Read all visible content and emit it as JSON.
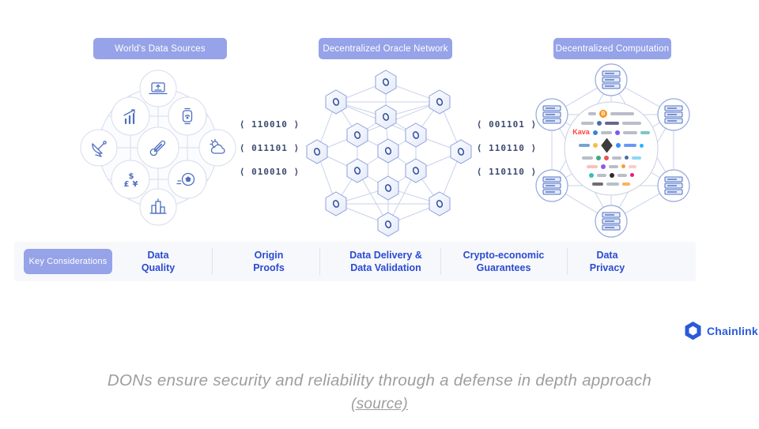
{
  "headers": {
    "sources": "World's Data Sources",
    "oracle": "Decentralized Oracle Network",
    "computation": "Decentralized Computation"
  },
  "binary": {
    "left": [
      "⟨ 110010 ⟩",
      "⟨ 011101 ⟩",
      "⟨ 010010 ⟩"
    ],
    "right": [
      "⟨ 001101 ⟩",
      "⟨ 110110 ⟩",
      "⟨ 110110 ⟩"
    ]
  },
  "sources_icons": [
    "laptop",
    "bar-chart",
    "smartwatch",
    "satellite-dish",
    "thermometer",
    "weather",
    "currency",
    "sports",
    "city-buildings"
  ],
  "currency": {
    "dollar": "$",
    "pound": "£",
    "yen": "¥"
  },
  "crypto_cloud": {
    "visible_logos": [
      "Bitcoin",
      "Ethereum",
      "Kava"
    ],
    "rows": [
      [
        {
          "t": "pill",
          "c": "#9aa3b2",
          "w": 10
        },
        {
          "t": "btc",
          "label": "B",
          "n": "bitcoin-logo"
        },
        {
          "t": "pill",
          "c": "#9aa3b2",
          "w": 30
        }
      ],
      [
        {
          "t": "pill",
          "c": "#9aa3b2",
          "w": 16
        },
        {
          "t": "dot",
          "c": "#345D9D",
          "w": 6
        },
        {
          "t": "pill",
          "c": "#23265F",
          "w": 18
        },
        {
          "t": "pill",
          "c": "#9aa3b2",
          "w": 24
        }
      ],
      [
        {
          "t": "text",
          "c": "#FF433E",
          "label": "Kava",
          "n": "kava-logo"
        },
        {
          "t": "dot",
          "c": "#2775CA",
          "w": 6
        },
        {
          "t": "pill",
          "c": "#9aa3b2",
          "w": 14
        },
        {
          "t": "dot",
          "c": "#6747ED",
          "w": 6
        },
        {
          "t": "pill",
          "c": "#9aa3b2",
          "w": 18
        },
        {
          "t": "pill",
          "c": "#42B0AA",
          "w": 12
        }
      ],
      [
        {
          "t": "pill",
          "c": "#3E7BBF",
          "w": 14
        },
        {
          "t": "dot",
          "c": "#F3BA2F",
          "w": 6
        },
        {
          "t": "eth",
          "glyph": "◆",
          "n": "ethereum-logo"
        },
        {
          "t": "dot",
          "c": "#1A82FF",
          "w": 6
        },
        {
          "t": "pill",
          "c": "#2B6DEF",
          "w": 16
        },
        {
          "t": "dot",
          "c": "#12AAFF",
          "w": 5
        }
      ],
      [
        {
          "t": "pill",
          "c": "#9aa3b2",
          "w": 14
        },
        {
          "t": "dot",
          "c": "#26A17B",
          "w": 6
        },
        {
          "t": "dot",
          "c": "#E84142",
          "w": 6
        },
        {
          "t": "pill",
          "c": "#9aa3b2",
          "w": 12
        },
        {
          "t": "dot",
          "c": "#345D9D",
          "w": 5
        },
        {
          "t": "pill",
          "c": "#58C7F3",
          "w": 12
        }
      ],
      [
        {
          "t": "pill",
          "c": "#F2A9A0",
          "w": 14
        },
        {
          "t": "dot",
          "c": "#8247E5",
          "w": 6
        },
        {
          "t": "pill",
          "c": "#9aa3b2",
          "w": 12
        },
        {
          "t": "dot",
          "c": "#F7931A",
          "w": 5
        },
        {
          "t": "pill",
          "c": "#F5B8B1",
          "w": 10
        }
      ],
      [
        {
          "t": "dot",
          "c": "#29B6AF",
          "w": 6
        },
        {
          "t": "pill",
          "c": "#9aa3b2",
          "w": 12
        },
        {
          "t": "dot",
          "c": "#16161A",
          "w": 6
        },
        {
          "t": "pill",
          "c": "#9aa3b2",
          "w": 12
        },
        {
          "t": "dot",
          "c": "#E6007A",
          "w": 5
        }
      ],
      [
        {
          "t": "pill",
          "c": "#2F2F33",
          "w": 14
        },
        {
          "t": "pill",
          "c": "#9aa3b2",
          "w": 16
        },
        {
          "t": "pill",
          "c": "#F7931A",
          "w": 10
        }
      ]
    ]
  },
  "considerations": {
    "badge": "Key Considerations",
    "items": [
      {
        "line1": "Data",
        "line2": "Quality"
      },
      {
        "line1": "Origin",
        "line2": "Proofs"
      },
      {
        "line1": "Data Delivery &",
        "line2": "Data Validation"
      },
      {
        "line1": "Crypto-economic",
        "line2": "Guarantees"
      },
      {
        "line1": "Data",
        "line2": "Privacy"
      }
    ]
  },
  "brand": {
    "name": "Chainlink"
  },
  "caption": {
    "text": "DONs ensure security and reliability through a defense in depth approach",
    "source": "(source)"
  },
  "colors": {
    "badge_purple": "#96A3E8",
    "considerations_blue": "#2B4BD0",
    "binary_navy": "#3D4A70",
    "icon_blue": "#4E6FC0",
    "network_line": "#C9D2EA",
    "hex_stroke": "#8CA0DC",
    "caption_gray": "#9E9E9E",
    "chainlink_blue": "#2A5ADA",
    "kava_red": "#FF433E",
    "bitcoin_orange": "#F7931A",
    "ethereum_dark": "#3C3C3D"
  }
}
